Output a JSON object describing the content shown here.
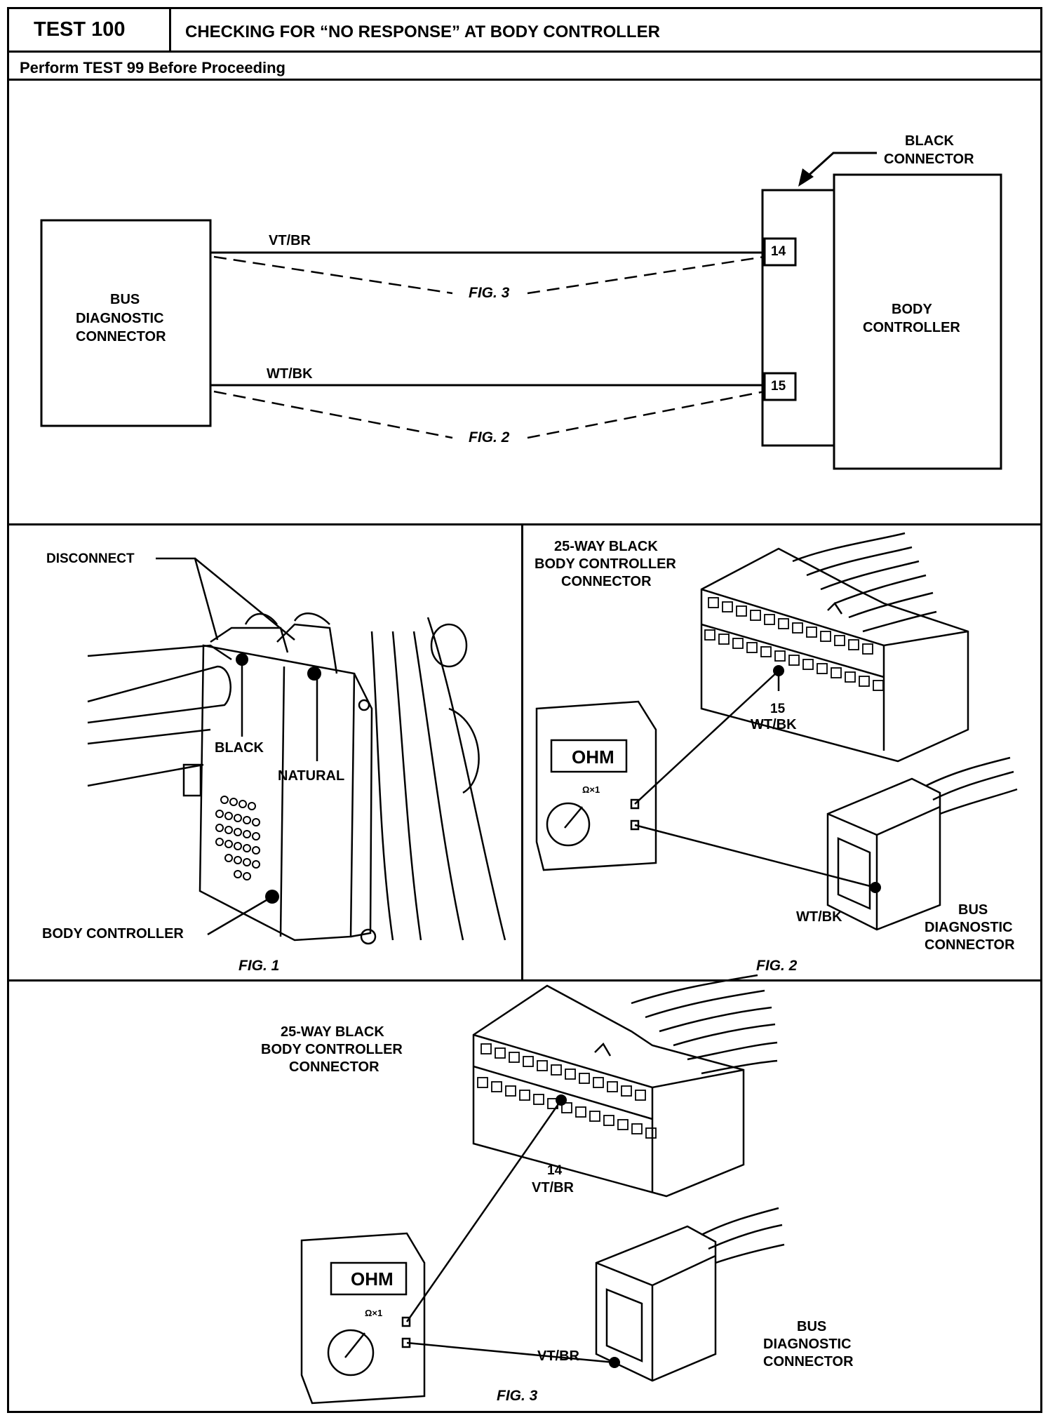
{
  "header": {
    "test_label": "TEST 100",
    "title": "CHECKING FOR “NO RESPONSE” AT BODY CONTROLLER",
    "subtitle": "Perform TEST 99 Before Proceeding"
  },
  "schematic": {
    "left_box": [
      "BUS",
      "DIAGNOSTIC",
      "CONNECTOR"
    ],
    "right_box": [
      "BODY",
      "CONTROLLER"
    ],
    "connector_label": [
      "BLACK",
      "CONNECTOR"
    ],
    "wire1": "VT/BR",
    "wire2": "WT/BK",
    "pin1": "14",
    "pin2": "15",
    "dash1": "FIG. 3",
    "dash2": "FIG. 2"
  },
  "fig1": {
    "disconnect": "DISCONNECT",
    "black": "BLACK",
    "natural": "NATURAL",
    "body_controller": "BODY CONTROLLER",
    "caption": "FIG. 1"
  },
  "fig2": {
    "connector": [
      "25-WAY BLACK",
      "BODY CONTROLLER",
      "CONNECTOR"
    ],
    "pin": "15",
    "pin_wire": "WT/BK",
    "meter": "OHM",
    "range": "Ω×1",
    "bus_wire": "WT/BK",
    "bus": [
      "BUS",
      "DIAGNOSTIC",
      "CONNECTOR"
    ],
    "caption": "FIG. 2"
  },
  "fig3": {
    "connector": [
      "25-WAY BLACK",
      "BODY CONTROLLER",
      "CONNECTOR"
    ],
    "pin": "14",
    "pin_wire": "VT/BR",
    "meter": "OHM",
    "range": "Ω×1",
    "bus_wire": "VT/BR",
    "bus": [
      "BUS",
      "DIAGNOSTIC",
      "CONNECTOR"
    ],
    "caption": "FIG. 3"
  }
}
